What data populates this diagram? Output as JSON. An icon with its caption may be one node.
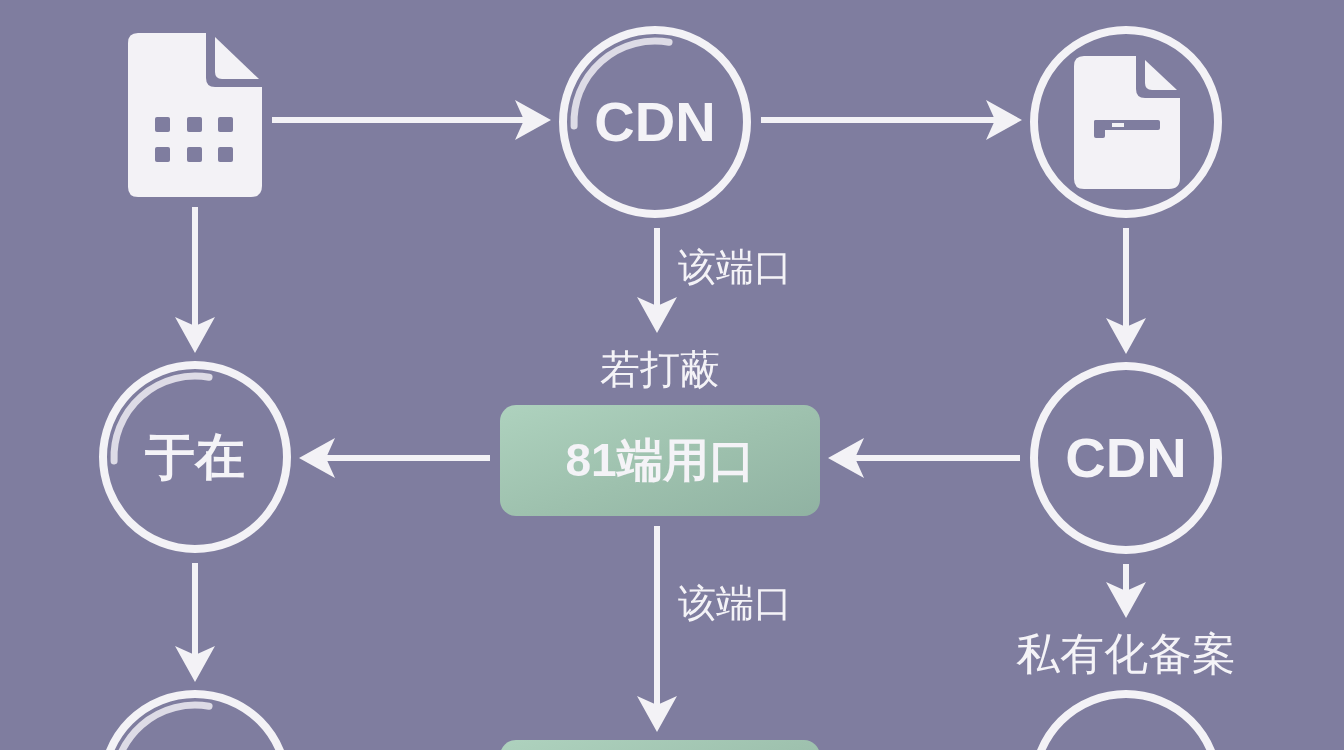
{
  "diagram": {
    "nodes": [
      {
        "text": [],
        "shape": "picture"
      },
      {
        "text": [
          "CDN"
        ]
      },
      {
        "text": [],
        "shape": "circle"
      },
      {
        "text": [
          "于在"
        ]
      },
      {
        "text": [
          "若打蔽",
          "81端用口"
        ]
      },
      {
        "text": [
          "CDN"
        ]
      },
      {
        "text": [],
        "shape": "circle"
      },
      {
        "text": [],
        "shape": "box"
      },
      {
        "text": [
          "私有化备案"
        ]
      }
    ],
    "edges": [
      {
        "from": 0,
        "to": 1,
        "arrow": "to"
      },
      {
        "from": 1,
        "to": 2,
        "arrow": "to"
      },
      {
        "from": 0,
        "to": 3,
        "arrow": "to"
      },
      {
        "from": 1,
        "to": 4,
        "arrow": "to",
        "label": "该端口"
      },
      {
        "from": 2,
        "to": 5,
        "arrow": "to"
      },
      {
        "from": 5,
        "to": 4,
        "arrow": "to"
      },
      {
        "from": 4,
        "to": 3,
        "arrow": "to"
      },
      {
        "from": 3,
        "to": 6,
        "arrow": "to"
      },
      {
        "from": 4,
        "to": 7,
        "arrow": "to",
        "label": "该端口"
      },
      {
        "from": 5,
        "to": 8,
        "arrow": "to"
      }
    ]
  }
}
